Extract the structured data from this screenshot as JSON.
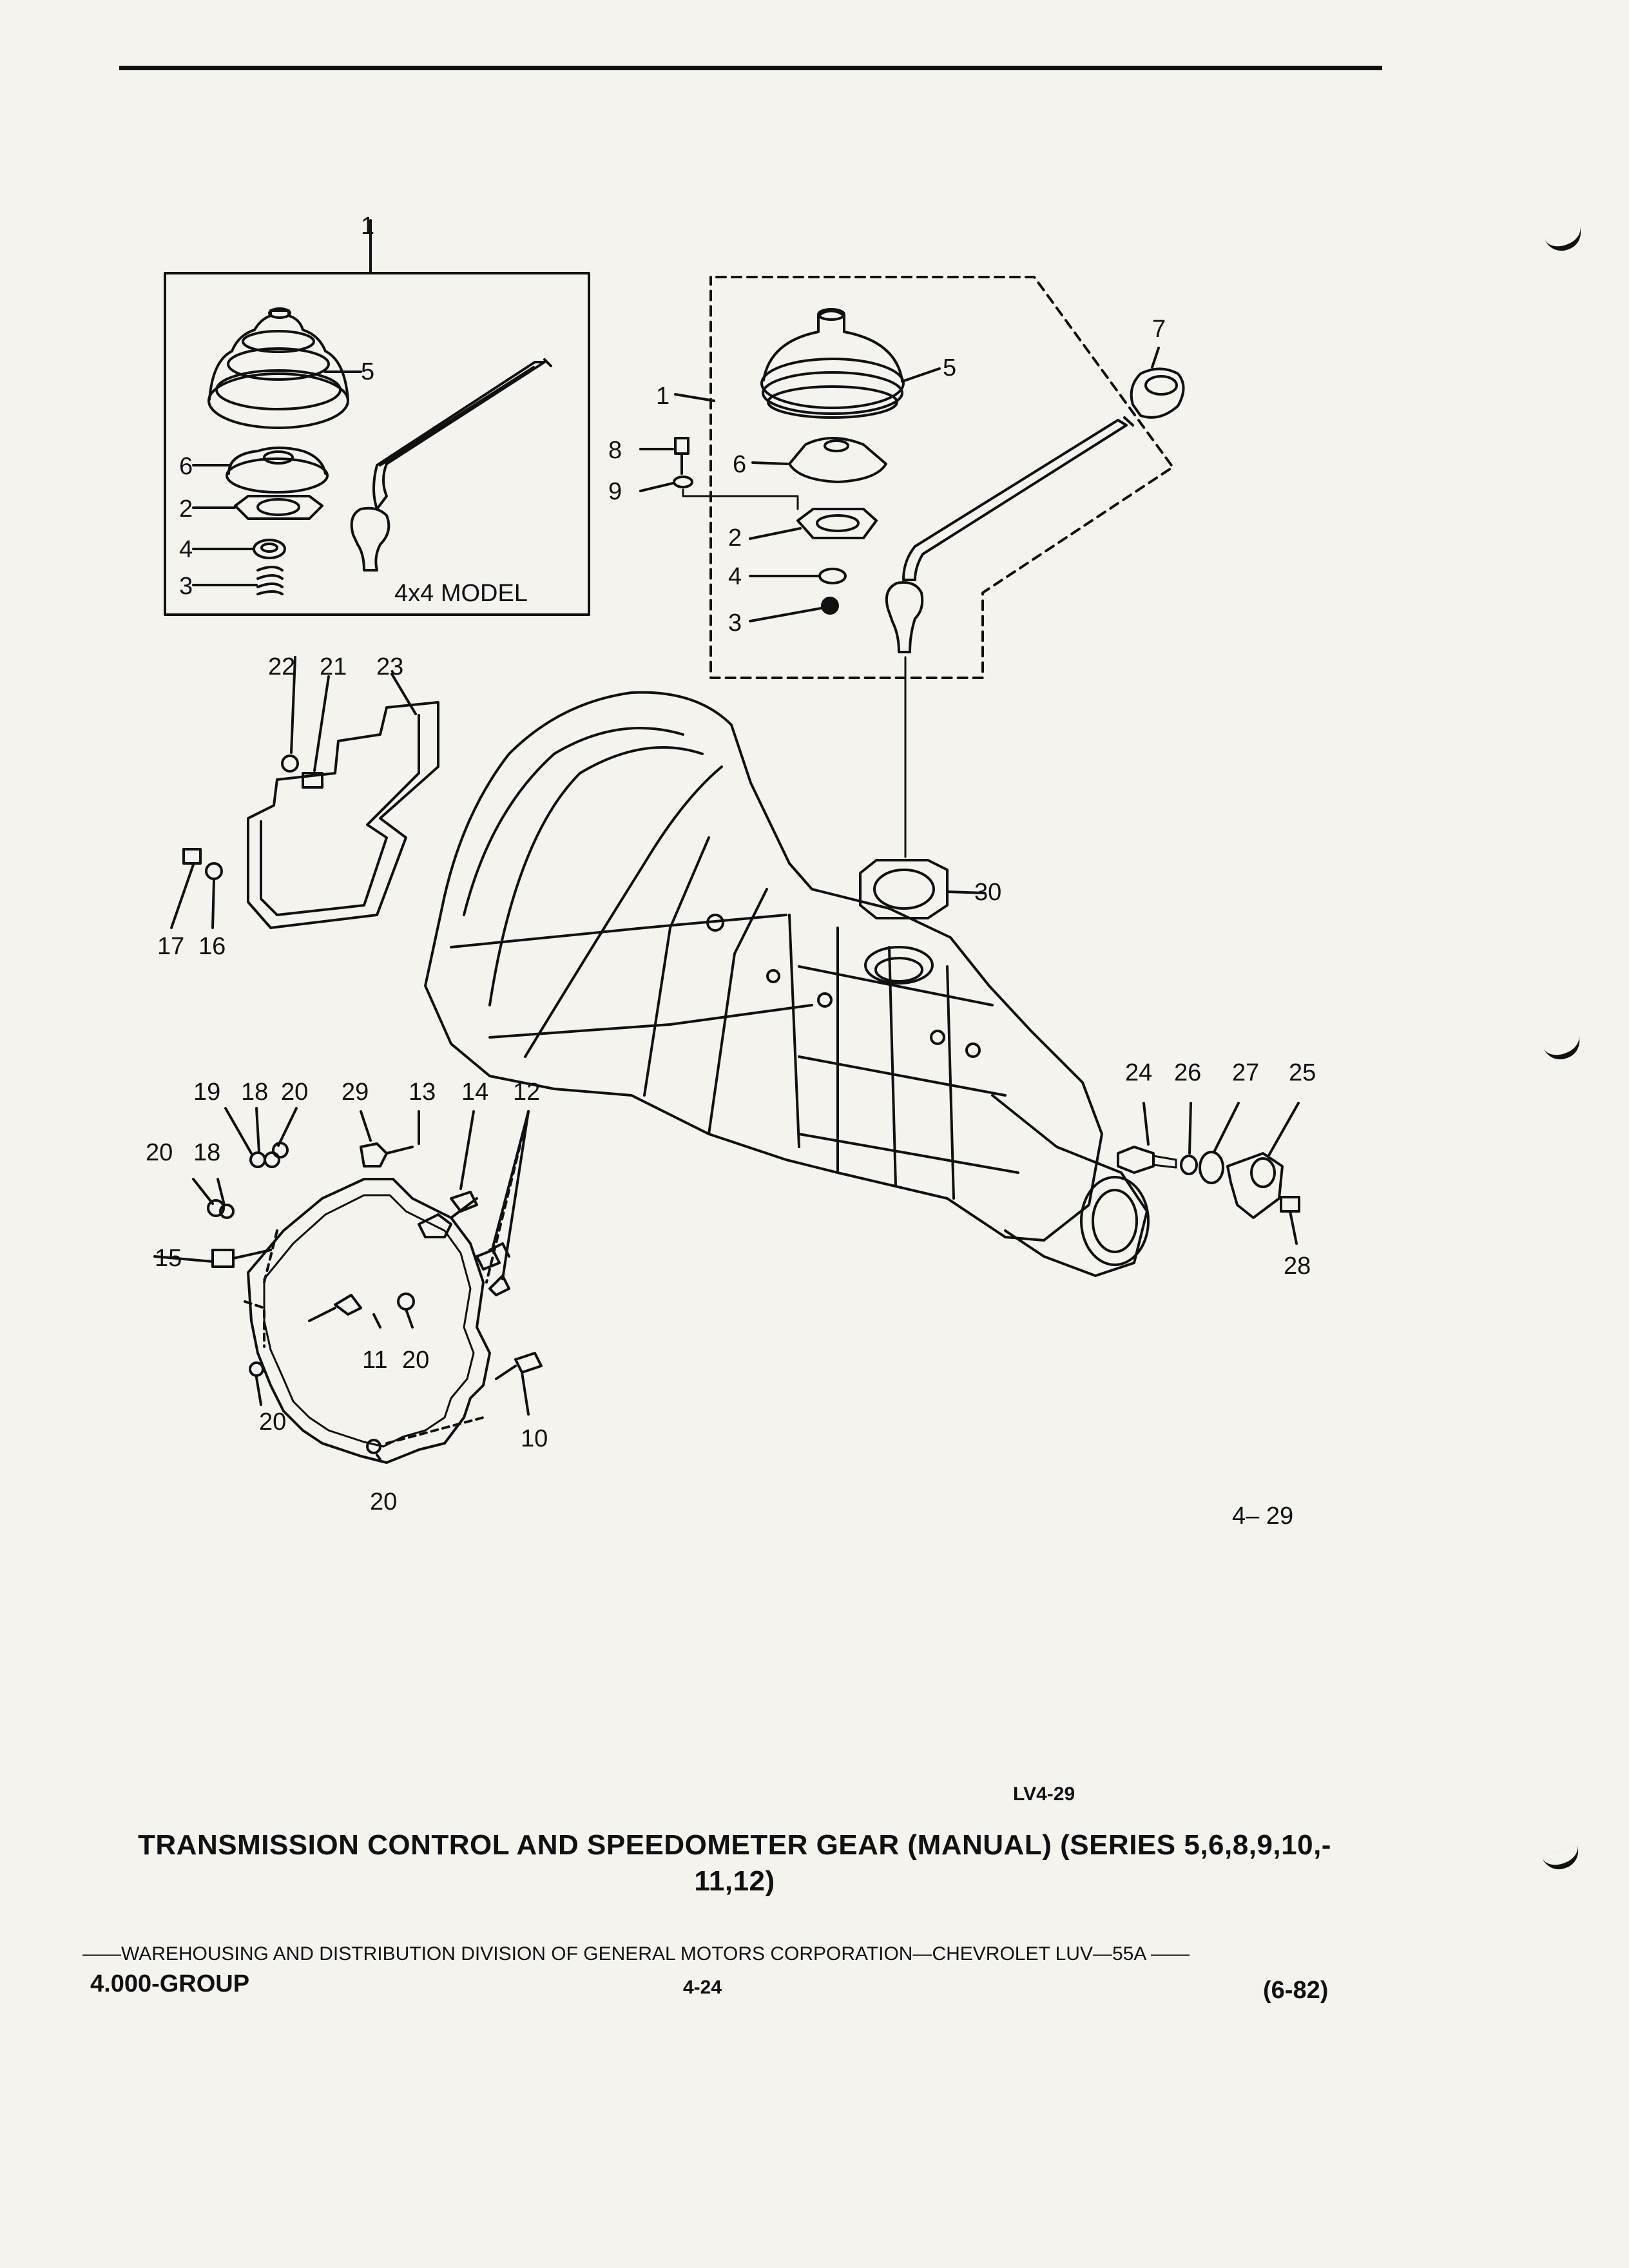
{
  "diagram": {
    "left_inset_label": "4x4 MODEL",
    "figure_number": "4– 29",
    "reference_code": "LV4-29",
    "callouts": [
      "1",
      "5",
      "6",
      "2",
      "4",
      "3",
      "1",
      "8",
      "9",
      "6",
      "5",
      "7",
      "2",
      "4",
      "3",
      "22",
      "21",
      "23",
      "17",
      "16",
      "30",
      "19",
      "18",
      "20",
      "29",
      "13",
      "14",
      "12",
      "20",
      "18",
      "15",
      "11",
      "20",
      "20",
      "10",
      "20",
      "24",
      "26",
      "27",
      "25",
      "28"
    ]
  },
  "title": {
    "line1": "TRANSMISSION CONTROL AND SPEEDOMETER GEAR (MANUAL) (SERIES 5,6,8,9,10,-",
    "line2": "11,12)"
  },
  "footer": {
    "division_line": "——WAREHOUSING AND DISTRIBUTION  DIVISION OF GENERAL MOTORS CORPORATION—CHEVROLET LUV—55A   ——",
    "group": "4.000-GROUP",
    "page": "4-24",
    "date": "(6-82)"
  }
}
